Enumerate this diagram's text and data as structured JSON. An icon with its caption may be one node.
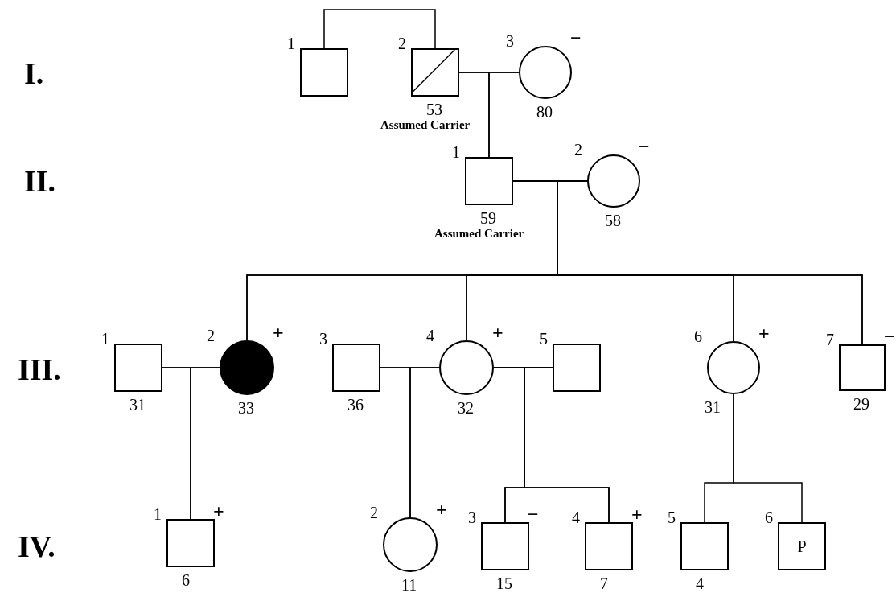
{
  "diagram": {
    "nodes": [
      {
        "text": [],
        "shape": "box",
        "beside": [
          "1"
        ]
      },
      {
        "text": [],
        "shape": "box",
        "beside": [
          "2",
          "53",
          "Assumed Carrier"
        ]
      },
      {
        "text": [],
        "shape": "circle",
        "beside": [
          "3",
          "−",
          "80"
        ]
      },
      {
        "text": [],
        "shape": "box",
        "beside": [
          "1",
          "59",
          "Assumed Carrier"
        ]
      },
      {
        "text": [],
        "shape": "circle",
        "beside": [
          "2",
          "−",
          "58"
        ]
      },
      {
        "text": [],
        "shape": "box",
        "beside": [
          "1",
          "31"
        ]
      },
      {
        "text": [],
        "shape": "circle",
        "beside": [
          "2",
          "+",
          "33"
        ]
      },
      {
        "text": [],
        "shape": "box",
        "beside": [
          "3",
          "36"
        ]
      },
      {
        "text": [],
        "shape": "circle",
        "beside": [
          "4",
          "+",
          "32"
        ]
      },
      {
        "text": [],
        "shape": "box",
        "beside": [
          "5"
        ]
      },
      {
        "text": [],
        "shape": "circle",
        "beside": [
          "6",
          "+",
          "31"
        ]
      },
      {
        "text": [],
        "shape": "box",
        "beside": [
          "7",
          "−",
          "29"
        ]
      },
      {
        "text": [],
        "shape": "box",
        "beside": [
          "1",
          "+",
          "6"
        ]
      },
      {
        "text": [],
        "shape": "circle",
        "beside": [
          "2",
          "+",
          "11"
        ]
      },
      {
        "text": [],
        "shape": "box",
        "beside": [
          "3",
          "−",
          "15"
        ]
      },
      {
        "text": [],
        "shape": "box",
        "beside": [
          "4",
          "+",
          "7"
        ]
      },
      {
        "text": [],
        "shape": "box",
        "beside": [
          "5",
          "4"
        ]
      },
      {
        "text": [
          "P"
        ],
        "beside": [
          "6"
        ]
      }
    ],
    "edges": [
      {
        "from": 0,
        "to": 1,
        "arrow": "none"
      },
      {
        "from": 1,
        "to": 2,
        "arrow": "none"
      },
      {
        "from": 1,
        "to": 3,
        "arrow": "none"
      },
      {
        "from": 2,
        "to": 3,
        "arrow": "none"
      },
      {
        "from": 3,
        "to": 4,
        "arrow": "none"
      },
      {
        "from": 3,
        "to": 6,
        "arrow": "none"
      },
      {
        "from": 4,
        "to": 6,
        "arrow": "none"
      },
      {
        "from": 3,
        "to": 8,
        "arrow": "none"
      },
      {
        "from": 4,
        "to": 8,
        "arrow": "none"
      },
      {
        "from": 3,
        "to": 10,
        "arrow": "none"
      },
      {
        "from": 4,
        "to": 10,
        "arrow": "none"
      },
      {
        "from": 3,
        "to": 11,
        "arrow": "none"
      },
      {
        "from": 4,
        "to": 11,
        "arrow": "none"
      },
      {
        "from": 5,
        "to": 6,
        "arrow": "none"
      },
      {
        "from": 5,
        "to": 12,
        "arrow": "none"
      },
      {
        "from": 6,
        "to": 12,
        "arrow": "none"
      },
      {
        "from": 7,
        "to": 8,
        "arrow": "none"
      },
      {
        "from": 7,
        "to": 13,
        "arrow": "none"
      },
      {
        "from": 8,
        "to": 13,
        "arrow": "none"
      },
      {
        "from": 8,
        "to": 9,
        "arrow": "none"
      },
      {
        "from": 8,
        "to": 14,
        "arrow": "none"
      },
      {
        "from": 8,
        "to": 15,
        "arrow": "none"
      },
      {
        "from": 9,
        "to": 14,
        "arrow": "none"
      },
      {
        "from": 9,
        "to": 15,
        "arrow": "none"
      },
      {
        "from": 10,
        "to": 16,
        "arrow": "none"
      },
      {
        "from": 10,
        "to": 17,
        "arrow": "none"
      }
    ],
    "labels": [
      "I.",
      "II.",
      "III.",
      "IV."
    ]
  }
}
